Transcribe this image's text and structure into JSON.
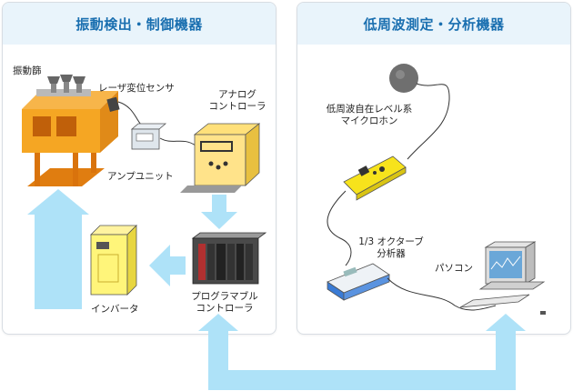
{
  "panels": {
    "left_title": "振動検出・制御機器",
    "right_title": "低周波測定・分析機器"
  },
  "labels": {
    "sieve": "振動篩",
    "laser_sensor": "レーザ変位センサ",
    "analog_ctrl_1": "アナログ",
    "analog_ctrl_2": "コントローラ",
    "amp_unit": "アンプユニット",
    "inverter": "インバータ",
    "plc_1": "プログラマブル",
    "plc_2": "コントローラ",
    "mic_1": "低周波自在レベル系",
    "mic_2": "マイクロホン",
    "analyzer_1": "1/3 オクターブ",
    "analyzer_2": "分析器",
    "pc": "パソコン"
  },
  "colors": {
    "arrow": "#aee2f8",
    "header_bg": "#e9f4fb",
    "header_text": "#1a6fb0",
    "machine_orange": "#f5a623",
    "meter_yellow": "#f7e31c"
  }
}
